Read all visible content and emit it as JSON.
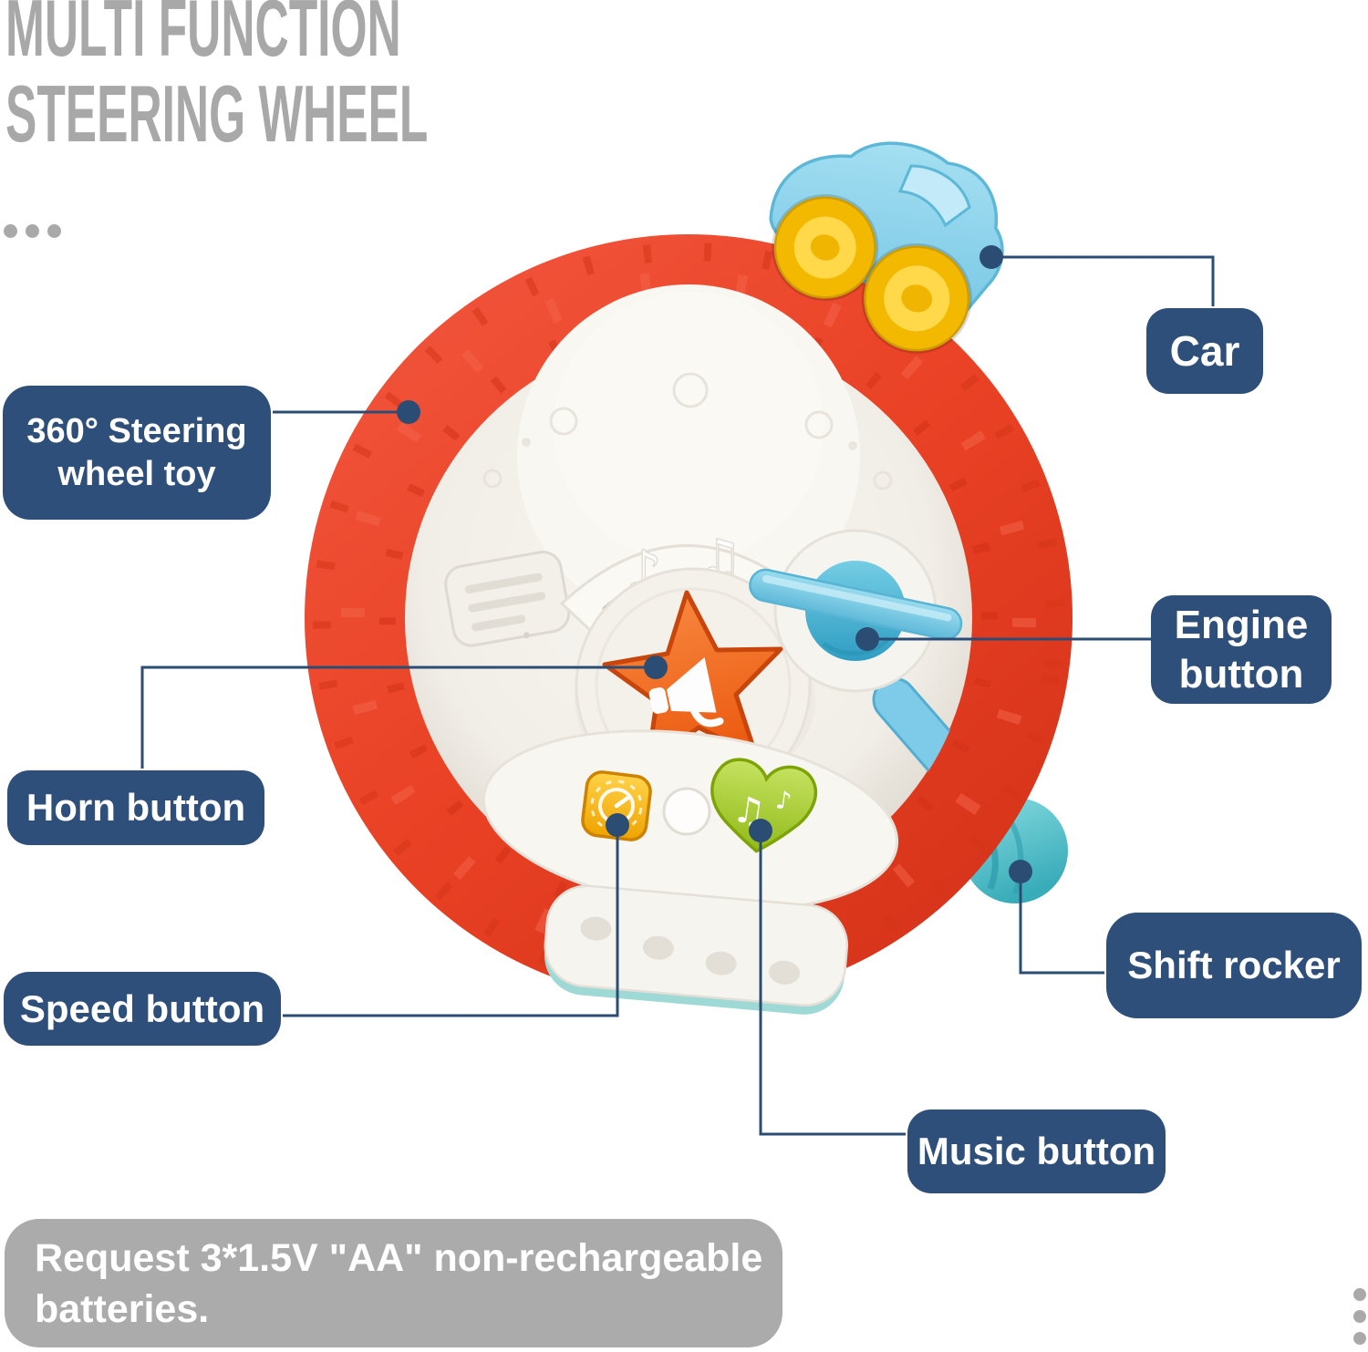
{
  "title": {
    "line1": "MULTI FUNCTION",
    "line2": "STEERING WHEEL"
  },
  "callouts": {
    "car": {
      "label": "Car"
    },
    "steering_wheel": {
      "line1": "360° Steering",
      "line2": "wheel toy"
    },
    "engine": {
      "line1": "Engine",
      "line2": "button"
    },
    "horn": {
      "label": "Horn button"
    },
    "speed": {
      "label": "Speed button"
    },
    "shift": {
      "label": "Shift rocker"
    },
    "music": {
      "label": "Music button"
    }
  },
  "note": {
    "line1": "Request 3*1.5V \"AA\" non-rechargeable",
    "line2": "batteries."
  },
  "decor": {
    "speaker_note_small": "♪",
    "speaker_note_double": "♫",
    "heart_note_double": "♫",
    "heart_note_small": "♪"
  },
  "colors": {
    "callout_bg": "#2e4f7a",
    "connector_line": "#2b4d74",
    "title_gray": "#a8a8a8",
    "note_bg": "#ababab",
    "ring_red": "#e94124",
    "hub_white": "#f3f0ea",
    "car_body_blue": "#92d6ee",
    "car_wheel_yellow": "#f2b900",
    "horn_star_orange": "#ee6316",
    "speed_button_yellow": "#f5b300",
    "music_heart_green": "#a4c92e",
    "engine_knob_blue": "#4fb9d8",
    "shift_knob_teal": "#55c3cc"
  }
}
